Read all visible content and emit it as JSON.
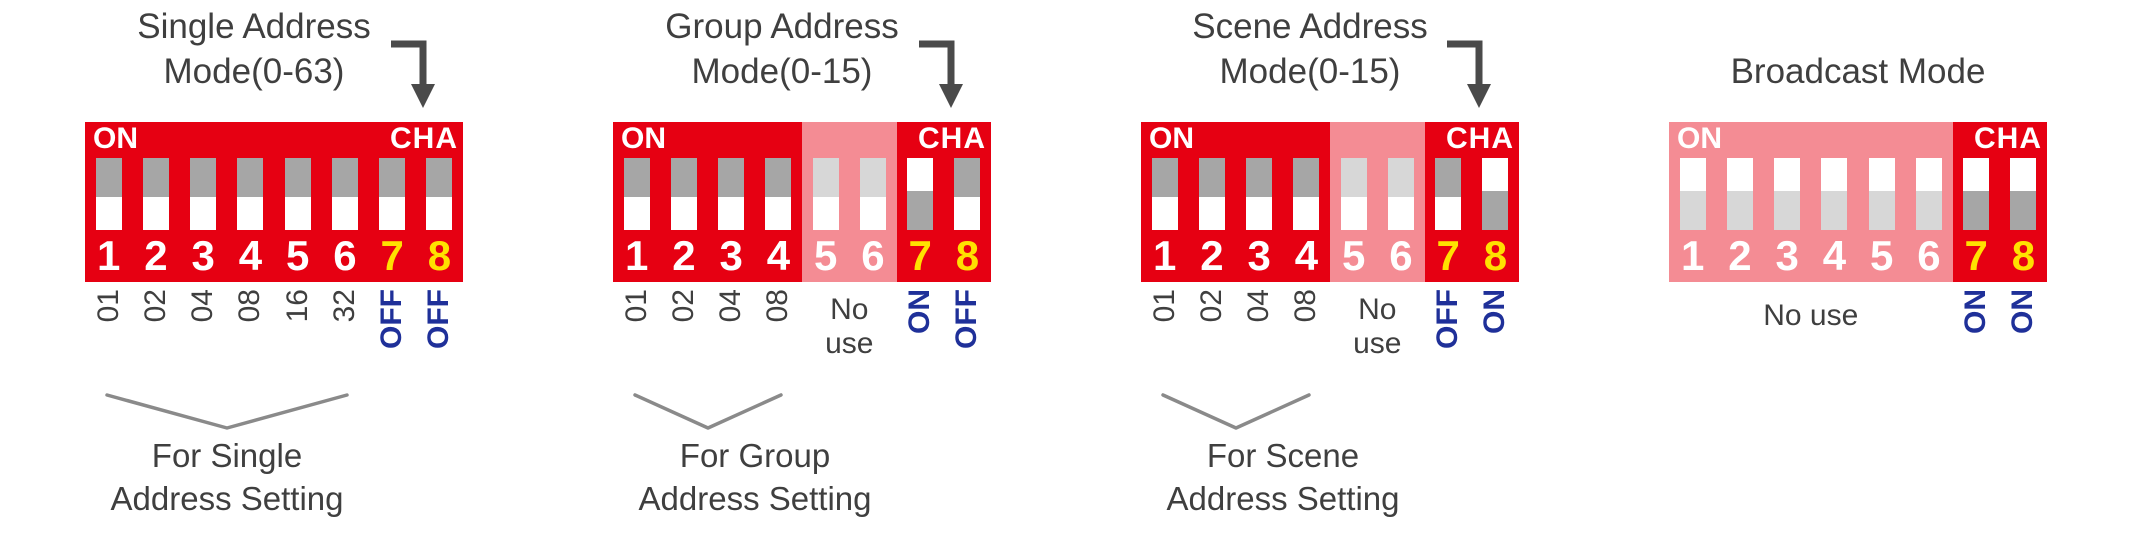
{
  "colors": {
    "dip_red": "#e60012",
    "switch_track_gray": "#a6a6a6",
    "switch_knob_white": "#ffffff",
    "channel_number_yellow": "#ffe100",
    "state_label_blue": "#1f3099",
    "text_gray": "#3f3f3f",
    "arrow_gray": "#4a4a4a"
  },
  "panels": [
    {
      "name": "single-address-mode",
      "title_lines": [
        "Single Address",
        "Mode(0-63)"
      ],
      "has_arrow": true,
      "on_label": "ON",
      "channel_label": "CHA",
      "switches": [
        {
          "num": "1",
          "state": "off",
          "faded": false,
          "yellow": false
        },
        {
          "num": "2",
          "state": "off",
          "faded": false,
          "yellow": false
        },
        {
          "num": "3",
          "state": "off",
          "faded": false,
          "yellow": false
        },
        {
          "num": "4",
          "state": "off",
          "faded": false,
          "yellow": false
        },
        {
          "num": "5",
          "state": "off",
          "faded": false,
          "yellow": false
        },
        {
          "num": "6",
          "state": "off",
          "faded": false,
          "yellow": false
        },
        {
          "num": "7",
          "state": "off",
          "faded": false,
          "yellow": true
        },
        {
          "num": "8",
          "state": "off",
          "faded": false,
          "yellow": true
        }
      ],
      "below": {
        "value_labels": [
          "01",
          "02",
          "04",
          "08",
          "16",
          "32"
        ],
        "no_use": null,
        "state_labels": [
          "OFF",
          "OFF"
        ]
      },
      "bracket_cols": 6,
      "caption_lines": [
        "For Single",
        "Address Setting"
      ]
    },
    {
      "name": "group-address-mode",
      "title_lines": [
        "Group Address",
        "Mode(0-15)"
      ],
      "has_arrow": true,
      "on_label": "ON",
      "channel_label": "CHA",
      "switches": [
        {
          "num": "1",
          "state": "off",
          "faded": false,
          "yellow": false
        },
        {
          "num": "2",
          "state": "off",
          "faded": false,
          "yellow": false
        },
        {
          "num": "3",
          "state": "off",
          "faded": false,
          "yellow": false
        },
        {
          "num": "4",
          "state": "off",
          "faded": false,
          "yellow": false
        },
        {
          "num": "5",
          "state": "off",
          "faded": true,
          "yellow": false
        },
        {
          "num": "6",
          "state": "off",
          "faded": true,
          "yellow": false
        },
        {
          "num": "7",
          "state": "on",
          "faded": false,
          "yellow": true
        },
        {
          "num": "8",
          "state": "off",
          "faded": false,
          "yellow": true
        }
      ],
      "below": {
        "value_labels": [
          "01",
          "02",
          "04",
          "08"
        ],
        "no_use": {
          "lines": [
            "No",
            "use"
          ],
          "span": [
            5,
            6
          ]
        },
        "state_labels": [
          "ON",
          "OFF"
        ]
      },
      "bracket_cols": 4,
      "caption_lines": [
        "For Group",
        "Address Setting"
      ]
    },
    {
      "name": "scene-address-mode",
      "title_lines": [
        "Scene Address",
        "Mode(0-15)"
      ],
      "has_arrow": true,
      "on_label": "ON",
      "channel_label": "CHA",
      "switches": [
        {
          "num": "1",
          "state": "off",
          "faded": false,
          "yellow": false
        },
        {
          "num": "2",
          "state": "off",
          "faded": false,
          "yellow": false
        },
        {
          "num": "3",
          "state": "off",
          "faded": false,
          "yellow": false
        },
        {
          "num": "4",
          "state": "off",
          "faded": false,
          "yellow": false
        },
        {
          "num": "5",
          "state": "off",
          "faded": true,
          "yellow": false
        },
        {
          "num": "6",
          "state": "off",
          "faded": true,
          "yellow": false
        },
        {
          "num": "7",
          "state": "off",
          "faded": false,
          "yellow": true
        },
        {
          "num": "8",
          "state": "on",
          "faded": false,
          "yellow": true
        }
      ],
      "below": {
        "value_labels": [
          "01",
          "02",
          "04",
          "08"
        ],
        "no_use": {
          "lines": [
            "No",
            "use"
          ],
          "span": [
            5,
            6
          ]
        },
        "state_labels": [
          "OFF",
          "ON"
        ]
      },
      "bracket_cols": 4,
      "caption_lines": [
        "For Scene",
        "Address Setting"
      ]
    },
    {
      "name": "broadcast-mode",
      "title_lines": [
        "Broadcast Mode"
      ],
      "has_arrow": false,
      "on_label": "ON",
      "channel_label": "CHA",
      "switches": [
        {
          "num": "1",
          "state": "on",
          "faded": true,
          "yellow": false
        },
        {
          "num": "2",
          "state": "on",
          "faded": true,
          "yellow": false
        },
        {
          "num": "3",
          "state": "on",
          "faded": true,
          "yellow": false
        },
        {
          "num": "4",
          "state": "on",
          "faded": true,
          "yellow": false
        },
        {
          "num": "5",
          "state": "on",
          "faded": true,
          "yellow": false
        },
        {
          "num": "6",
          "state": "on",
          "faded": true,
          "yellow": false
        },
        {
          "num": "7",
          "state": "on",
          "faded": false,
          "yellow": true
        },
        {
          "num": "8",
          "state": "on",
          "faded": false,
          "yellow": true
        }
      ],
      "below": {
        "value_labels": [],
        "no_use": {
          "lines": [
            "No use"
          ],
          "span": [
            1,
            6
          ]
        },
        "state_labels": [
          "ON",
          "ON"
        ]
      },
      "bracket_cols": 0,
      "caption_lines": []
    }
  ]
}
